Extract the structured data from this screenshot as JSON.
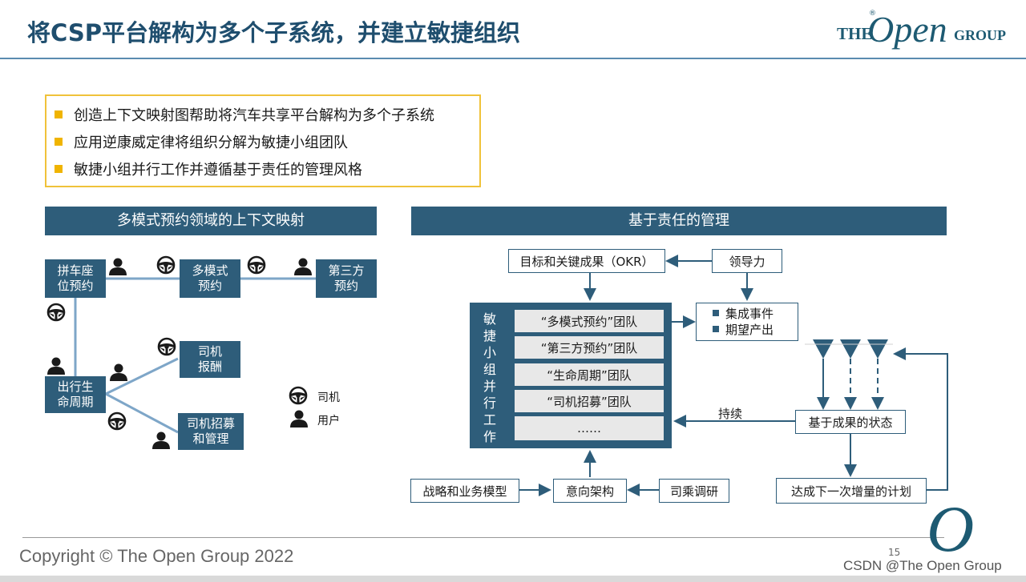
{
  "slide": {
    "title": "将CSP平台解构为多个子系统，并建立敏捷组织",
    "logo": {
      "the": "THE",
      "open": "Open",
      "group": "GROUP",
      "reg": "®"
    },
    "bullets": [
      "创造上下文映射图帮助将汽车共享平台解构为多个子系统",
      "应用逆康威定律将组织分解为敏捷小组团队",
      "敏捷小组并行工作并遵循基于责任的管理风格"
    ],
    "left_panel": {
      "header": "多模式预约领域的上下文映射",
      "nodes": {
        "carpool": "拼车座\n位预约",
        "multimodal": "多模式\n预约",
        "thirdparty": "第三方\n预约",
        "lifecycle": "出行生\n命周期",
        "driver_pay": "司机\n报酬",
        "driver_recruit": "司机招募\n和管理"
      },
      "legend": {
        "driver": "司机",
        "user": "用户"
      }
    },
    "right_panel": {
      "header": "基于责任的管理",
      "okr": "目标和关键成果（OKR）",
      "leadership": "领导力",
      "events": [
        "集成事件",
        "期望产出"
      ],
      "agile_label": "敏捷小组并行工作",
      "teams": [
        "“多模式预约”团队",
        "“第三方预约”团队",
        "“生命周期”团队",
        "“司机招募”团队",
        "……"
      ],
      "continuous": "持续",
      "outcome_state": "基于成果的状态",
      "next_plan": "达成下一次增量的计划",
      "strategy": "战略和业务模型",
      "intent_arch": "意向架构",
      "survey": "司乘调研"
    },
    "footer": {
      "copyright": "Copyright © The Open Group 2022",
      "page": "15",
      "watermark": "CSDN @The Open Group"
    }
  },
  "colors": {
    "primary": "#2e5d7a",
    "accent": "#f0b400",
    "title": "#1f4e6e"
  }
}
